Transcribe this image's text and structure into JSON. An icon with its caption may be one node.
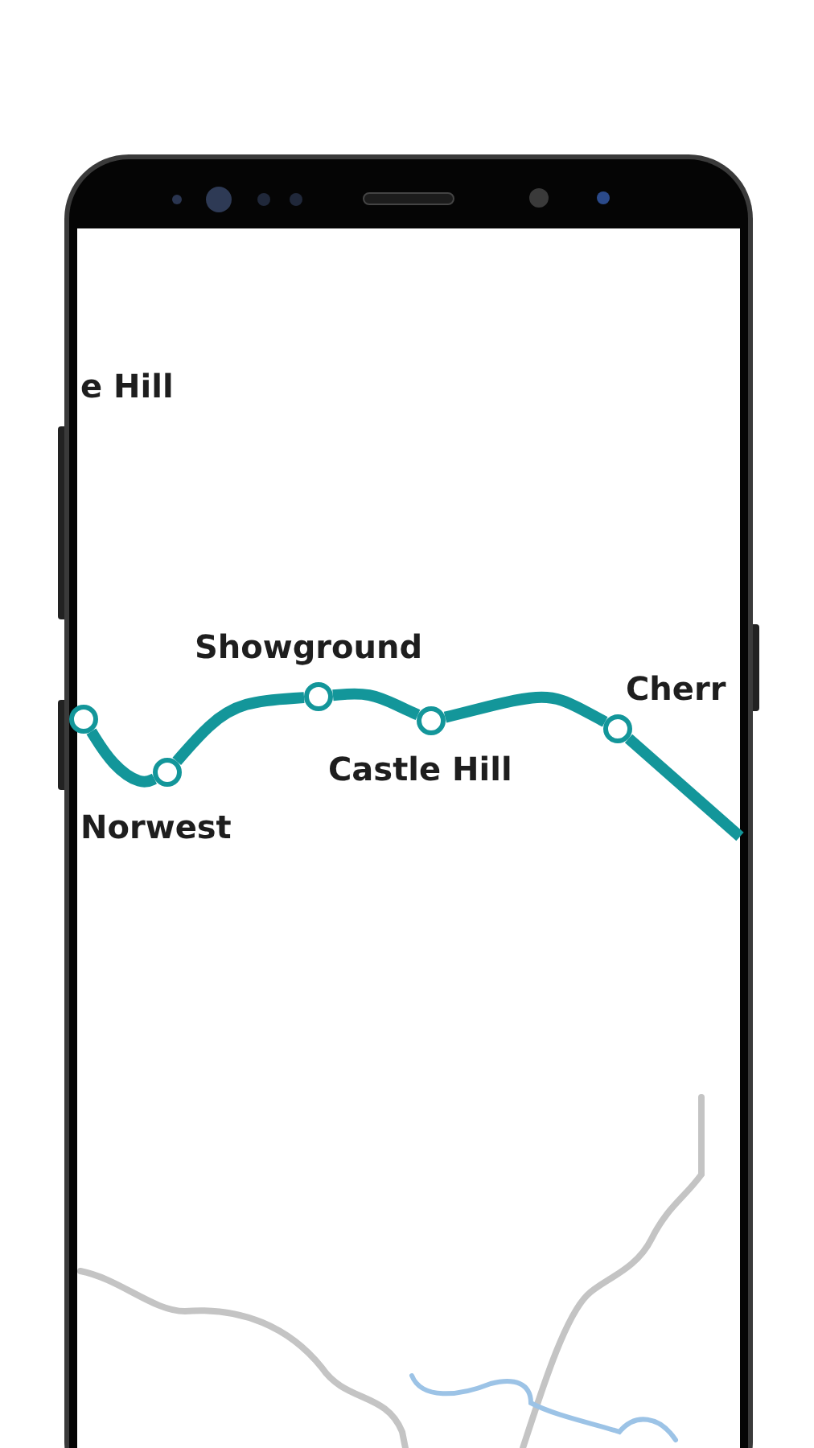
{
  "diagram": {
    "nodes": [
      {
        "text": [],
        "shape": "circle"
      },
      {
        "text": [],
        "shape": "circle",
        "beside": [
          "Norwest"
        ]
      },
      {
        "text": [],
        "shape": "circle",
        "beside": [
          "Showground"
        ]
      },
      {
        "text": [],
        "shape": "circle",
        "beside": [
          "Castle Hill"
        ]
      },
      {
        "text": [],
        "shape": "circle",
        "beside": [
          "Cherr"
        ]
      }
    ],
    "edges": [
      {
        "from": 0,
        "to": 1,
        "arrow": "none",
        "color": "#13969a"
      },
      {
        "from": 1,
        "to": 2,
        "arrow": "none",
        "color": "#13969a"
      },
      {
        "from": 2,
        "to": 3,
        "arrow": "none",
        "color": "#13969a"
      },
      {
        "from": 3,
        "to": 4,
        "arrow": "none",
        "color": "#13969a"
      },
      {
        "from": 4,
        "to": null,
        "arrow": "none",
        "color": "#13969a"
      }
    ],
    "labels": [
      "e Hill"
    ]
  }
}
